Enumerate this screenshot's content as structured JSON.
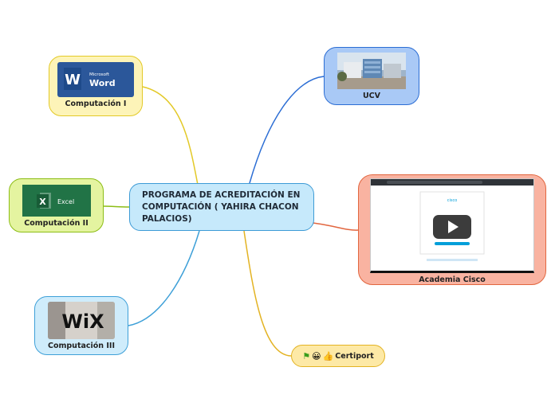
{
  "central": {
    "title": "PROGRAMA DE ACREDITACIÓN EN COMPUTACIÓN ( YAHIRA CHACON PALACIOS)"
  },
  "nodes": {
    "comp1": {
      "label": "Computación I",
      "logo_small": "Microsoft",
      "logo_big": "Word",
      "logo_letter": "W"
    },
    "comp2": {
      "label": "Computación II",
      "logo_text": "Excel",
      "logo_letter": "X"
    },
    "comp3": {
      "label": "Computación III",
      "logo_text": "WiX"
    },
    "ucv": {
      "label": "UCV"
    },
    "cisco": {
      "label": "Academia Cisco",
      "logo_text": "cisco"
    },
    "certiport": {
      "label": "Certiport",
      "icons": [
        "flag-icon",
        "smile-icon",
        "thumbs-up-icon"
      ]
    }
  },
  "colors": {
    "comp1": "#e3c927",
    "comp2": "#8cbd15",
    "comp3": "#3ea0d8",
    "ucv": "#2b6dd4",
    "cisco": "#e2663f",
    "certiport": "#e3b323",
    "central": "#3d9bd6"
  }
}
